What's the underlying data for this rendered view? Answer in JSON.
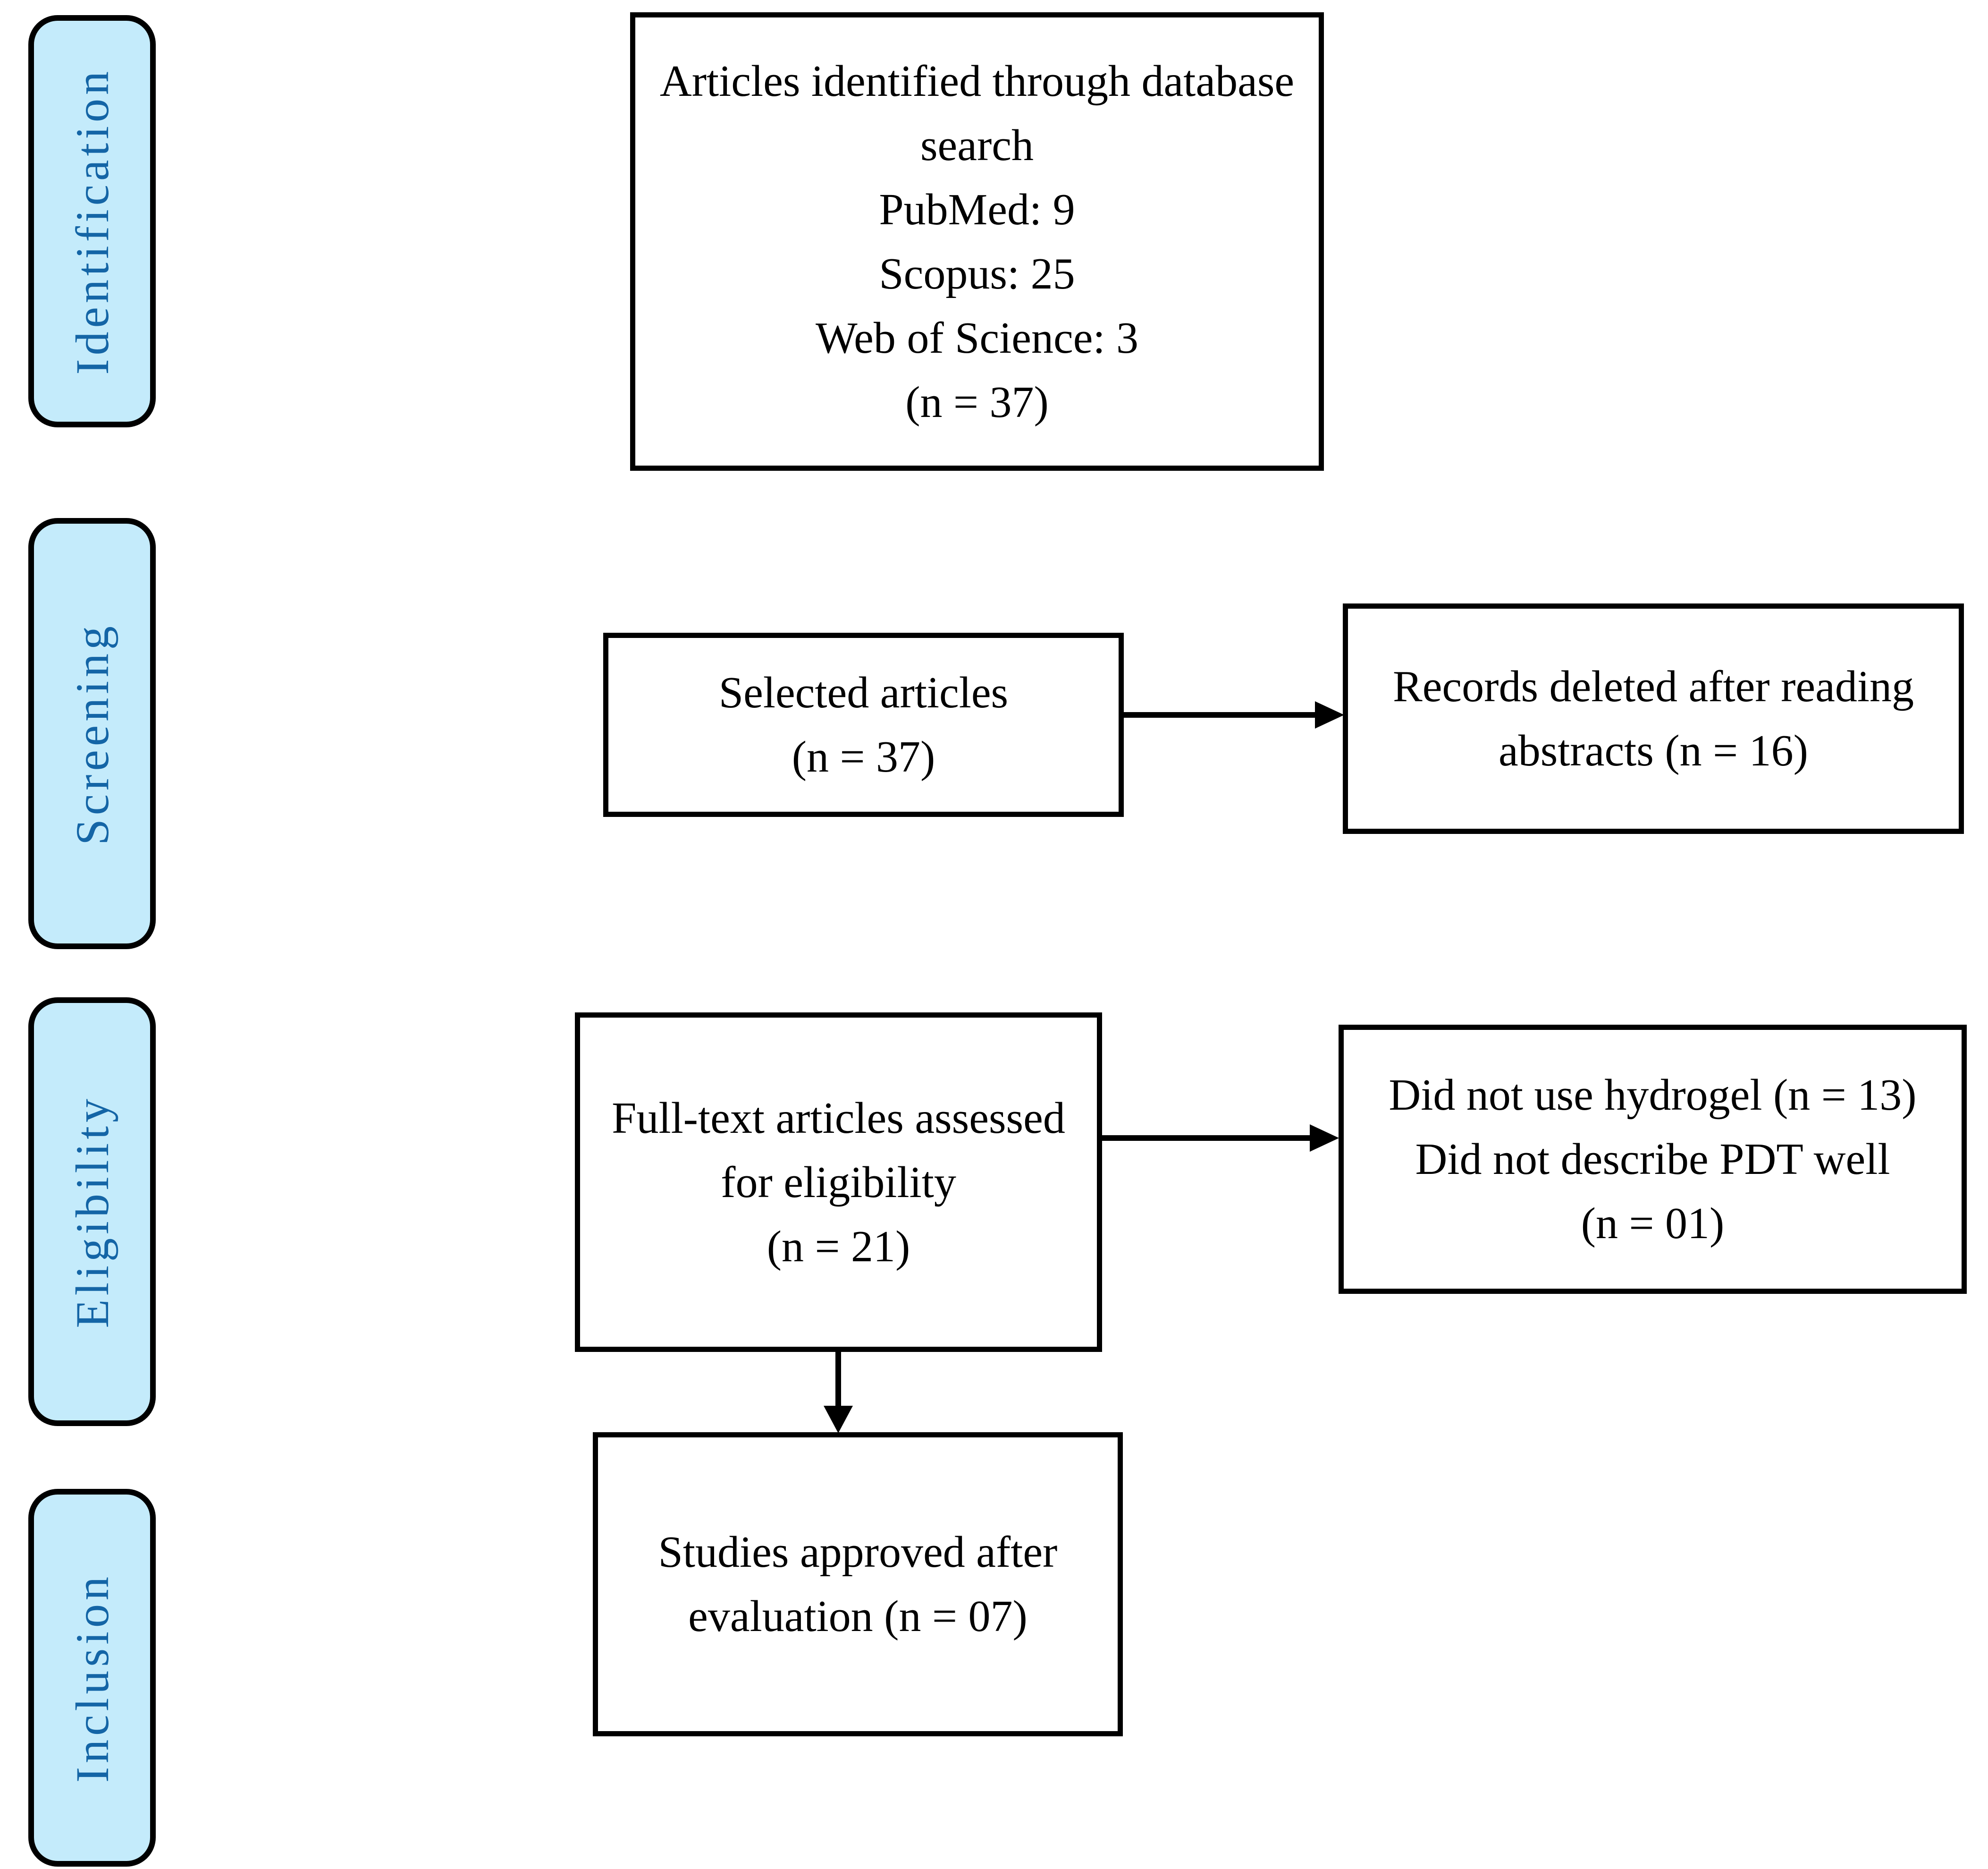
{
  "stages": [
    {
      "label": "Identification"
    },
    {
      "label": "Screening"
    },
    {
      "label": "Eligibility"
    },
    {
      "label": "Inclusion"
    }
  ],
  "boxes": {
    "identified": {
      "lines": [
        "Articles identified through database",
        "search",
        "PubMed: 9",
        "Scopus: 25",
        "Web of Science: 3",
        "(n = 37)"
      ]
    },
    "selected": {
      "lines": [
        "Selected articles",
        "(n = 37)"
      ]
    },
    "records_deleted": {
      "lines": [
        "Records deleted after reading",
        "abstracts (n = 16)"
      ]
    },
    "fulltext": {
      "lines": [
        "Full-text articles assessed",
        "for eligibility",
        "(n = 21)"
      ]
    },
    "exclusions": {
      "lines": [
        "Did not use hydrogel (n = 13)",
        "Did not describe PDT well",
        "(n = 01)"
      ]
    },
    "approved": {
      "lines": [
        "Studies approved after",
        "evaluation (n = 07)"
      ]
    }
  },
  "arrows": [
    {
      "id": "selected-to-records",
      "direction": "right"
    },
    {
      "id": "fulltext-to-exclusions",
      "direction": "right"
    },
    {
      "id": "fulltext-to-approved",
      "direction": "down"
    }
  ],
  "colors": {
    "background": "#FFFFFF",
    "stage_fill": "#C4EBFB",
    "stage_border": "#000000",
    "stage_text": "#1465A6",
    "box_fill": "#FFFFFF",
    "box_border": "#000000",
    "text": "#000000",
    "arrow": "#000000"
  }
}
